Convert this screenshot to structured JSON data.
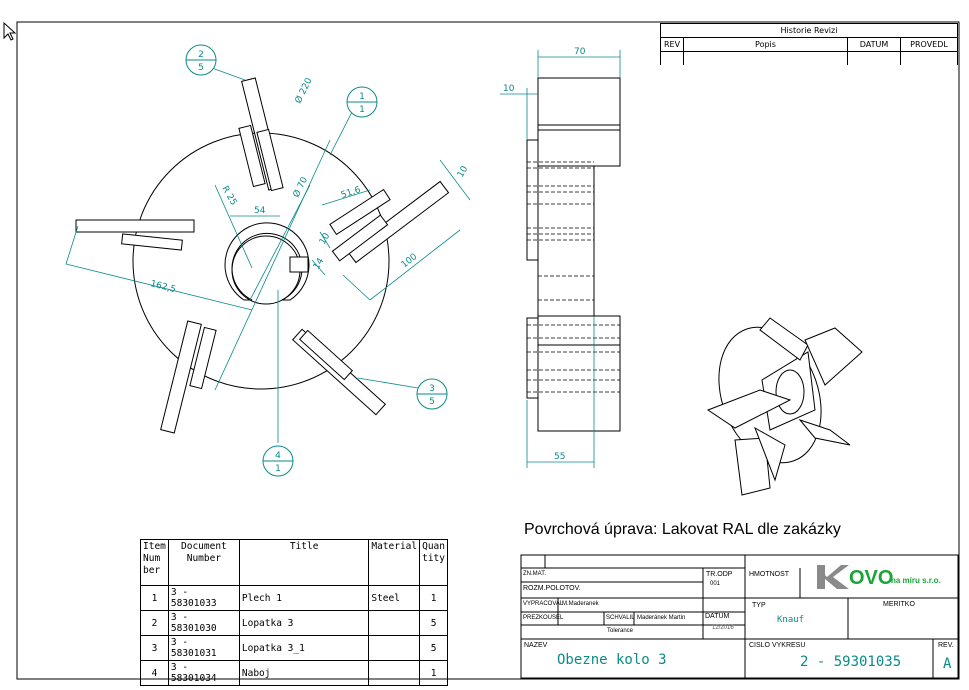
{
  "revision_history": {
    "title": "Historie Revizi",
    "columns": [
      "REV",
      "Popis",
      "DATUM",
      "PROVEDL"
    ]
  },
  "callouts": [
    {
      "top": "2",
      "bottom": "5"
    },
    {
      "top": "1",
      "bottom": "1"
    },
    {
      "top": "3",
      "bottom": "5"
    },
    {
      "top": "4",
      "bottom": "1"
    }
  ],
  "dimensions": {
    "d220": "Ø 220",
    "d70": "Ø 70",
    "r25": "R 25",
    "l54": "54",
    "l516": "51,6",
    "l10a": "10",
    "l10b": "10",
    "l14": "14",
    "l100": "100",
    "l1625": "162,5",
    "side_width": "70",
    "side_offset": "10",
    "side_hub": "55"
  },
  "bom": {
    "headers": [
      "Item Num ber",
      "Document Number",
      "Title",
      "Material",
      "Quan tity"
    ],
    "rows": [
      {
        "item": "1",
        "doc": "3 - 58301033",
        "title": "Plech 1",
        "material": "Steel",
        "qty": "1"
      },
      {
        "item": "2",
        "doc": "3 - 58301030",
        "title": "Lopatka 3",
        "material": "",
        "qty": "5"
      },
      {
        "item": "3",
        "doc": "3 - 58301031",
        "title": "Lopatka 3_1",
        "material": "",
        "qty": "5"
      },
      {
        "item": "4",
        "doc": "3 - 58301034",
        "title": "Naboj",
        "material": "",
        "qty": "1"
      }
    ]
  },
  "surface_note": "Povrchová úprava: Lakovat RAL dle zakázky",
  "title_block": {
    "znmat": "ZN.MAT.",
    "rozm": "ROZM.POLOTOV.",
    "tr_odp_label": "TR.ODP",
    "tr_odp_value": "001",
    "hmotnost": "HMOTNOST",
    "vypracoval_label": "VYPRACOVAL",
    "vypracoval_value": "M.Maderanek",
    "prezkousel": "PREZKOUSEL",
    "schvalil_label": "SCHVALIL",
    "schvalil_value": "Maderánek Martin",
    "datum_label": "DATUM",
    "datum_value": "12/2016",
    "tolerance": "Tolerance",
    "typ_label": "TYP",
    "typ_value": "Knauf",
    "meritko": "MERITKO",
    "nazev_label": "NAZEV",
    "nazev_value": "Obezne kolo 3",
    "cislo_label": "CISLO VYKRESU",
    "cislo_value": "2 - 59301035",
    "rev_label": "REV.",
    "rev_value": "A",
    "logo_text": "OVO",
    "logo_sub": "na míru s.r.o."
  },
  "colors": {
    "dimension": "#0a8a8a",
    "line": "#000000",
    "logo_gray": "#8a8a8a",
    "logo_green": "#1aa53a"
  }
}
